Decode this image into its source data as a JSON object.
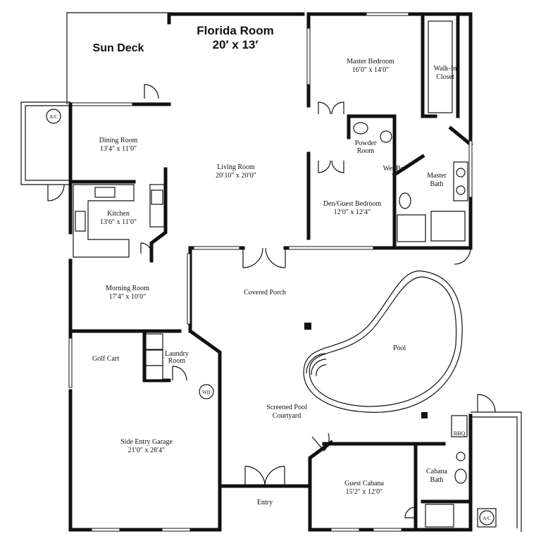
{
  "plan": {
    "rooms": {
      "sun_deck": {
        "name": "Sun Deck"
      },
      "florida_room": {
        "name": "Florida Room",
        "size": "20′ x 13′"
      },
      "master_bedroom": {
        "name": "Master Bedroom",
        "size": "16′0″ x 14′0″"
      },
      "walk_in_closet": {
        "name_line1": "Walk-In",
        "name_line2": "Closet"
      },
      "dining_room": {
        "name": "Dining Room",
        "size": "13′4″ x 11′0″"
      },
      "living_room": {
        "name": "Living Room",
        "size": "20′10″ x 20′0″"
      },
      "powder_room": {
        "name_line1": "Powder",
        "name_line2": "Room"
      },
      "wet_bar": {
        "name": "Wet Bar"
      },
      "master_bath": {
        "name_line1": "Master",
        "name_line2": "Bath"
      },
      "kitchen": {
        "name": "Kitchen",
        "size": "13′6″ x 11′0″"
      },
      "den_guest_bedroom": {
        "name": "Den/Guest Bedroom",
        "size": "12′0″ x 12′4″"
      },
      "morning_room": {
        "name": "Morning Room",
        "size": "17′4″ x 10′0″"
      },
      "covered_porch": {
        "name": "Covered Porch"
      },
      "laundry_room": {
        "name_line1": "Laundry",
        "name_line2": "Room"
      },
      "golf_cart": {
        "name": "Golf Cart"
      },
      "pool": {
        "name": "Pool"
      },
      "side_entry_garage": {
        "name": "Side Entry Garage",
        "size": "21′0″ x 28′4″"
      },
      "screened_pool_courtyard": {
        "name_line1": "Screened Pool",
        "name_line2": "Courtyard"
      },
      "guest_cabana": {
        "name": "Guest Cabana",
        "size": "15′2″ x 12′0″"
      },
      "cabana_bath": {
        "name_line1": "Cabana",
        "name_line2": "Bath"
      },
      "entry": {
        "name": "Entry"
      }
    },
    "fixtures": {
      "ac_unit": "A/C",
      "water_heater": "WH",
      "bbq": "BBQ"
    }
  }
}
